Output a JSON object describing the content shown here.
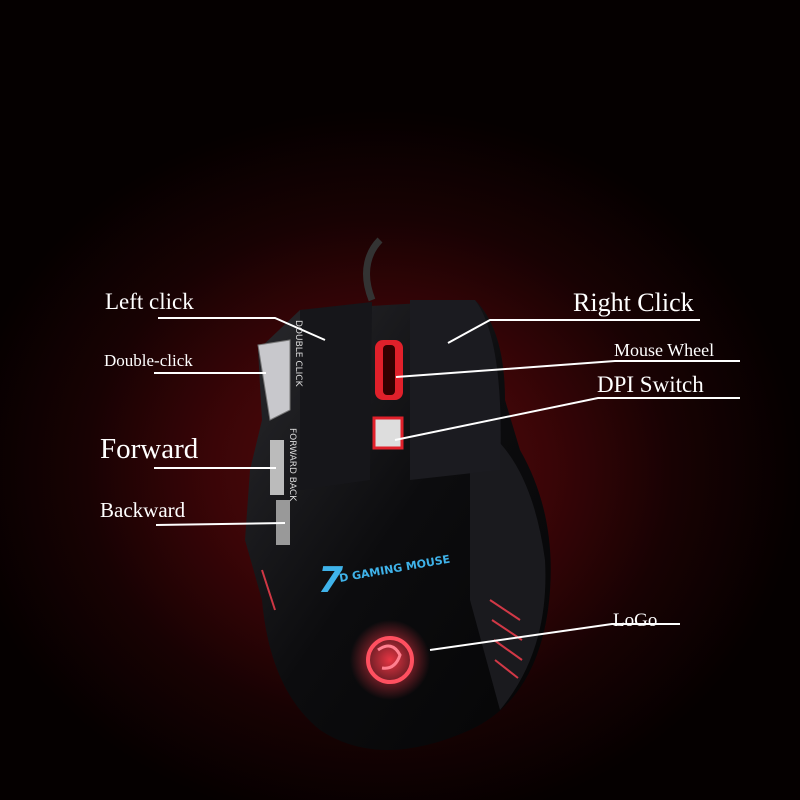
{
  "labels": {
    "left_click": "Left click",
    "double_click": "Double-click",
    "forward": "Forward",
    "backward": "Backward",
    "right_click": "Right Click",
    "mouse_wheel": "Mouse Wheel",
    "dpi_switch": "DPI Switch",
    "logo": "LoGo"
  },
  "mouse_print": {
    "double_click": "DOUBLE CLICK",
    "forward_back": "FORWARD BACK",
    "brand_number": "7",
    "brand_text": "D GAMING MOUSE"
  },
  "colors": {
    "accent_red": "#e0202a",
    "brand_blue": "#3fb3ea",
    "label_white": "#ffffff"
  }
}
